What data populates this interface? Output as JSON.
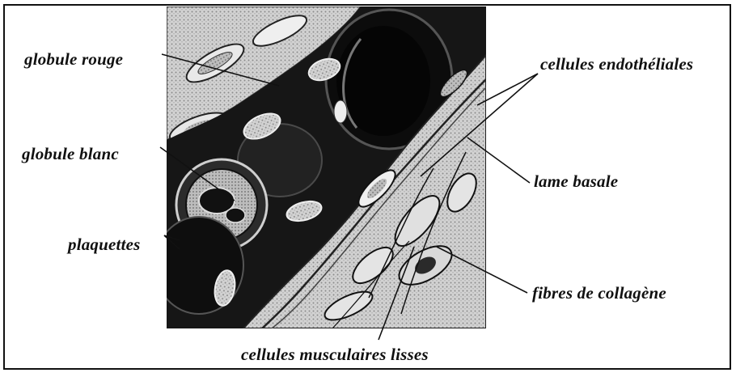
{
  "labels": {
    "globule_rouge": "globule rouge",
    "globule_blanc": "globule blanc",
    "plaquettes": "plaquettes",
    "cellules_endotheliales": "cellules endothéliales",
    "lame_basale": "lame basale",
    "fibres_de_collagene": "fibres de collagène",
    "cellules_musculaires_lisses": "cellules musculaires lisses"
  },
  "colors": {
    "lumen": "#161616",
    "tissue": "#cfcfcf",
    "border": "#111111"
  }
}
